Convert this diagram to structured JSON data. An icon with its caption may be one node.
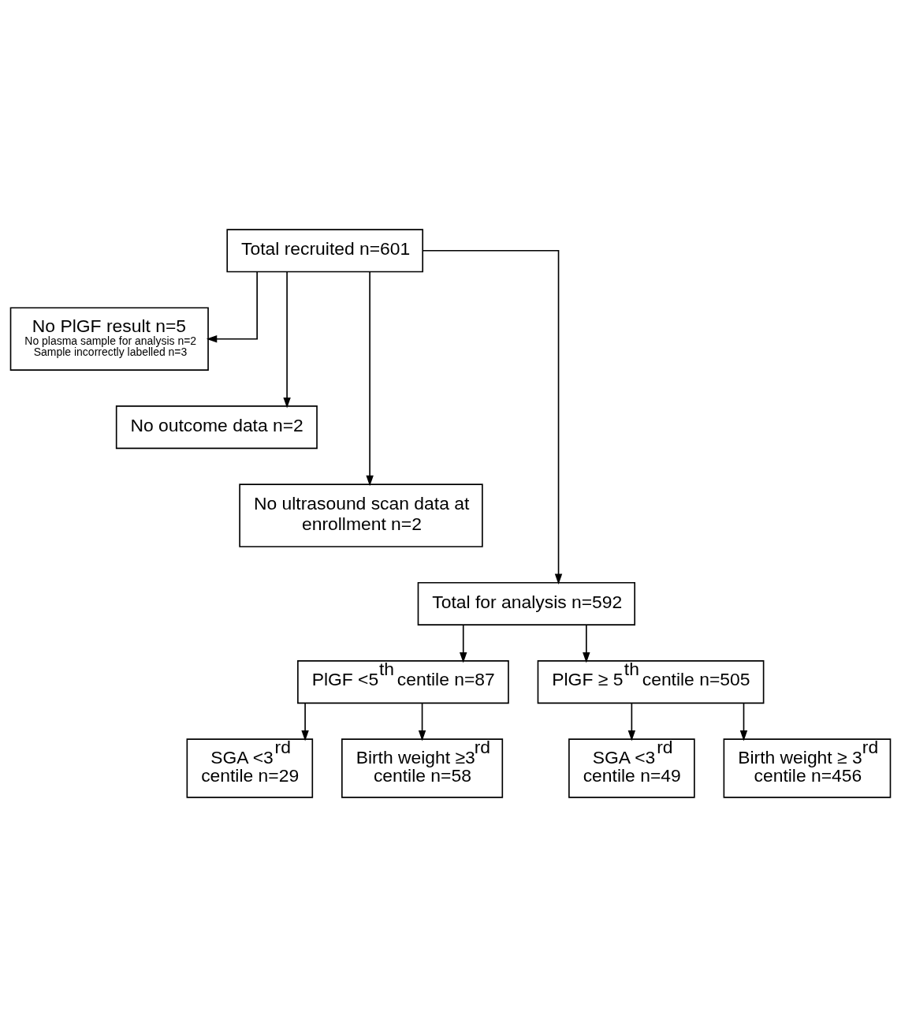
{
  "diagram": {
    "nodes": [
      {
        "text": [
          "Total recruited n=601"
        ]
      },
      {
        "text": [
          "No PlGF result n=5",
          "No plasma sample for analysis n=2",
          "Sample incorrectly labelled n=3"
        ]
      },
      {
        "text": [
          "No outcome data n=2"
        ]
      },
      {
        "text": [
          "No ultrasound scan data at enrollment n=2"
        ]
      },
      {
        "text": [
          "Total for analysis n=592"
        ]
      },
      {
        "text": [
          "PlGF <5$^{th}$ centile n=87"
        ]
      },
      {
        "text": [
          "PlGF ≥ 5$^{th}$ centile n=505"
        ]
      },
      {
        "text": [
          "SGA <3$^{rd}$ centile n=29"
        ]
      },
      {
        "text": [
          "Birth weight ≥3$^{rd}$ centile n=58"
        ]
      },
      {
        "text": [
          "SGA <3$^{rd}$ centile n=49"
        ]
      },
      {
        "text": [
          "Birth weight ≥ 3$^{rd}$ centile n=456"
        ]
      }
    ],
    "edges": [
      {
        "from": 0,
        "to": 1,
        "arrow": "to"
      },
      {
        "from": 0,
        "to": 2,
        "arrow": "to"
      },
      {
        "from": 0,
        "to": 3,
        "arrow": "to"
      },
      {
        "from": 0,
        "to": 4,
        "arrow": "to"
      },
      {
        "from": 4,
        "to": 5,
        "arrow": "to"
      },
      {
        "from": 4,
        "to": 6,
        "arrow": "to"
      },
      {
        "from": 5,
        "to": 7,
        "arrow": "to"
      },
      {
        "from": 5,
        "to": 8,
        "arrow": "to"
      },
      {
        "from": 6,
        "to": 9,
        "arrow": "to"
      },
      {
        "from": 6,
        "to": 10,
        "arrow": "to"
      }
    ]
  }
}
